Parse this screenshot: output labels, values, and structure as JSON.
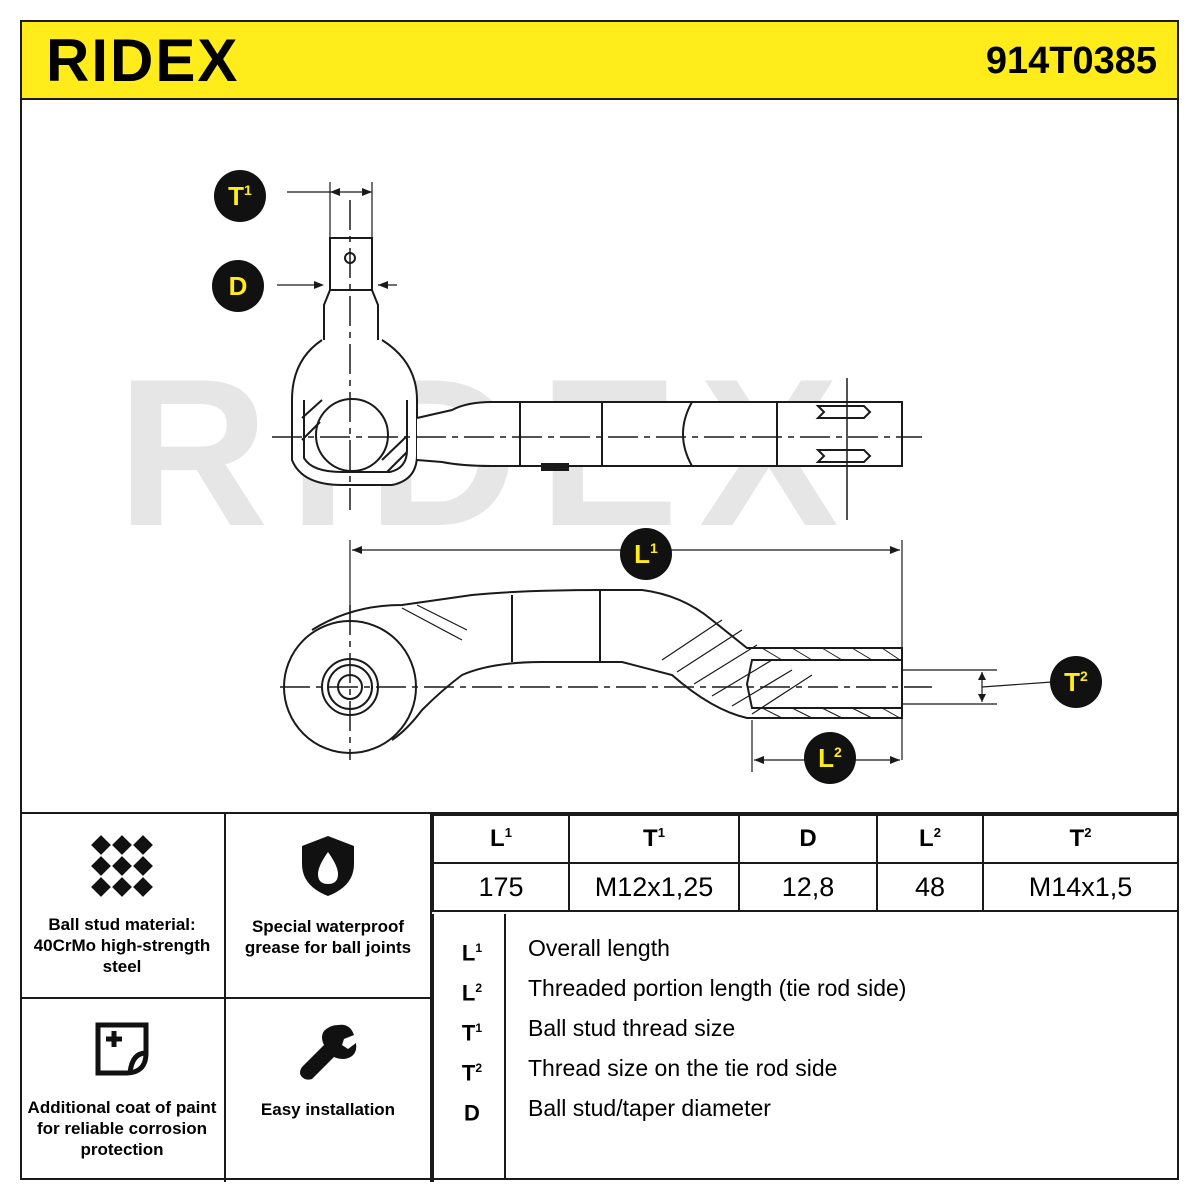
{
  "header": {
    "brand": "RIDEX",
    "part_number": "914T0385",
    "accent_color": "#ffec1a"
  },
  "drawing": {
    "watermark": "RIDEX",
    "labels": {
      "t1": "T",
      "t1_sub": "1",
      "d": "D",
      "l1": "L",
      "l1_sub": "1",
      "t2": "T",
      "t2_sub": "2",
      "l2": "L",
      "l2_sub": "2"
    }
  },
  "features": [
    {
      "icon": "knurled-pattern-icon",
      "text": "Ball stud material: 40CrMo high-strength steel"
    },
    {
      "icon": "grease-drop-shield-icon",
      "text": "Special waterproof grease for ball joints"
    },
    {
      "icon": "paint-coat-icon",
      "text": "Additional coat of paint for reliable corrosion protection"
    },
    {
      "icon": "wrench-icon",
      "text": "Easy installation"
    }
  ],
  "specs": {
    "headers": [
      {
        "sym": "L",
        "sub": "1"
      },
      {
        "sym": "T",
        "sub": "1"
      },
      {
        "sym": "D",
        "sub": ""
      },
      {
        "sym": "L",
        "sub": "2"
      },
      {
        "sym": "T",
        "sub": "2"
      }
    ],
    "values": [
      "175",
      "M12x1,25",
      "12,8",
      "48",
      "M14x1,5"
    ]
  },
  "legend": [
    {
      "sym": "L",
      "sub": "1",
      "desc": "Overall length"
    },
    {
      "sym": "L",
      "sub": "2",
      "desc": "Threaded portion length (tie rod side)"
    },
    {
      "sym": "T",
      "sub": "1",
      "desc": "Ball stud thread size"
    },
    {
      "sym": "T",
      "sub": "2",
      "desc": "Thread size on the tie rod side"
    },
    {
      "sym": "D",
      "sub": "",
      "desc": "Ball stud/taper diameter"
    }
  ]
}
